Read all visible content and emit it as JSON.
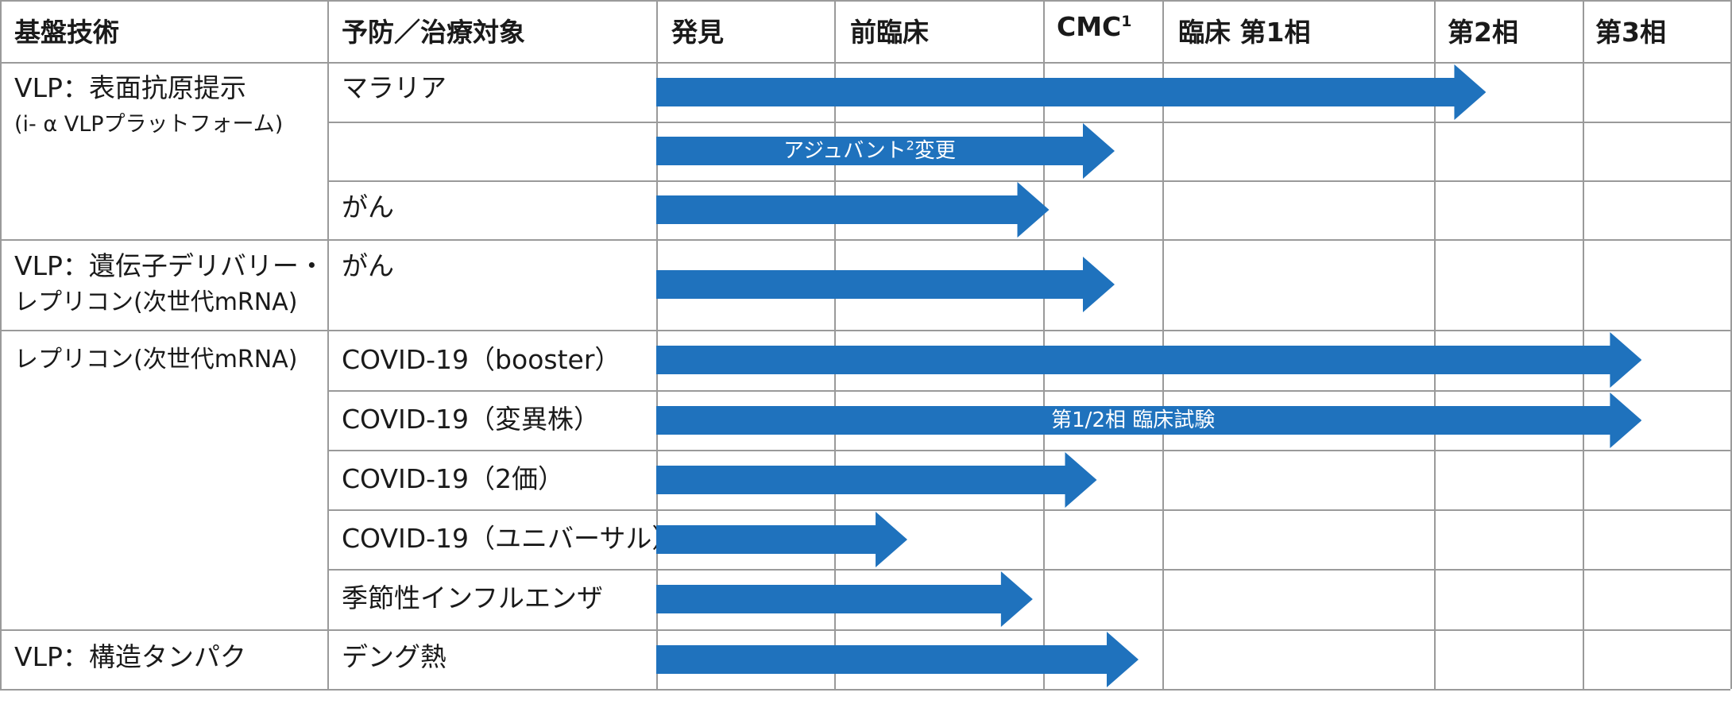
{
  "colors": {
    "arrow": "#1f72bd",
    "grid": "#9a9a9a",
    "text": "#1a1a1a"
  },
  "headers": {
    "tech": "基盤技術",
    "target": "予防／治療対象",
    "discovery": "発見",
    "preclinical": "前臨床",
    "cmc": "CMC",
    "cmc_sup": "1",
    "phase1": "臨床 第1相",
    "phase2": "第2相",
    "phase3": "第3相"
  },
  "techs": [
    {
      "line1": "VLP：表面抗原提示",
      "line2": "(i- α VLPプラットフォーム)"
    },
    {
      "line1": "VLP：遺伝子デリバリー・",
      "line2": "レプリコン(次世代mRNA)"
    },
    {
      "line1": "レプリコン(次世代mRNA)"
    },
    {
      "line1": "VLP：構造タンパク"
    }
  ],
  "targets": [
    "マラリア",
    "",
    "がん",
    "がん",
    "COVID-19（booster）",
    "COVID-19（変異株）",
    "COVID-19（2価）",
    "COVID-19（ユニバーサル）",
    "季節性インフルエンザ",
    "デング熱"
  ],
  "arrows": [
    {
      "row": 0,
      "stage_end": 4.35,
      "label": ""
    },
    {
      "row": 1,
      "stage_end": 2.6,
      "label": "アジュバント",
      "label_sup": "2",
      "label_tail": "変更"
    },
    {
      "row": 2,
      "stage_end": 2.05,
      "label": ""
    },
    {
      "row": 3,
      "stage_end": 2.6,
      "label": ""
    },
    {
      "row": 4,
      "stage_end": 5.4,
      "label": ""
    },
    {
      "row": 5,
      "stage_end": 5.4,
      "label": "第1/2相 臨床試験"
    },
    {
      "row": 6,
      "stage_end": 2.45,
      "label": ""
    },
    {
      "row": 7,
      "stage_end": 1.35,
      "label": ""
    },
    {
      "row": 8,
      "stage_end": 1.95,
      "label": ""
    },
    {
      "row": 9,
      "stage_end": 2.8,
      "label": ""
    }
  ]
}
